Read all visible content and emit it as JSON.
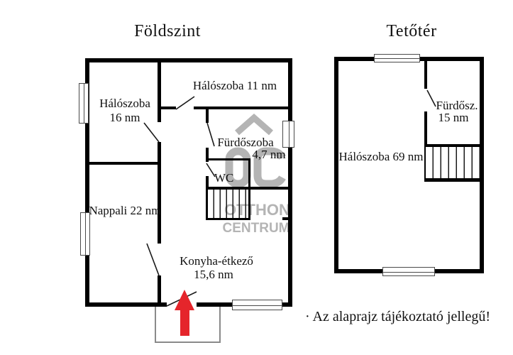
{
  "plans": {
    "foldszint": {
      "title": "Földszint",
      "rooms": {
        "haloszoba16": {
          "name": "Hálószoba",
          "area": "16 nm"
        },
        "haloszoba11": {
          "label": "Hálószoba 11 nm"
        },
        "furdoszoba": {
          "name": "Fürdőszoba",
          "area": "4,7 nm"
        },
        "wc": {
          "label": "WC"
        },
        "nappali": {
          "label": "Nappali 22 nm"
        },
        "konyha": {
          "name": "Konyha-étkező",
          "area": "15,6 nm"
        }
      }
    },
    "tetoter": {
      "title": "Tetőtér",
      "rooms": {
        "haloszoba69": {
          "label": "Hálószoba 69 nm"
        },
        "furdosz": {
          "name": "Fürdősz.",
          "area": "15 nm"
        }
      }
    }
  },
  "watermark": {
    "monogram": "OC",
    "word1": "OTTHON",
    "word2": "CENTRUM",
    "color": "#b4b4b4"
  },
  "entrance_arrow": {
    "direction": "up",
    "color": "#e5252b"
  },
  "disclaimer": "· Az alaprajz tájékoztató jellegű!",
  "colors": {
    "walls": "#000000",
    "text": "#111111"
  }
}
